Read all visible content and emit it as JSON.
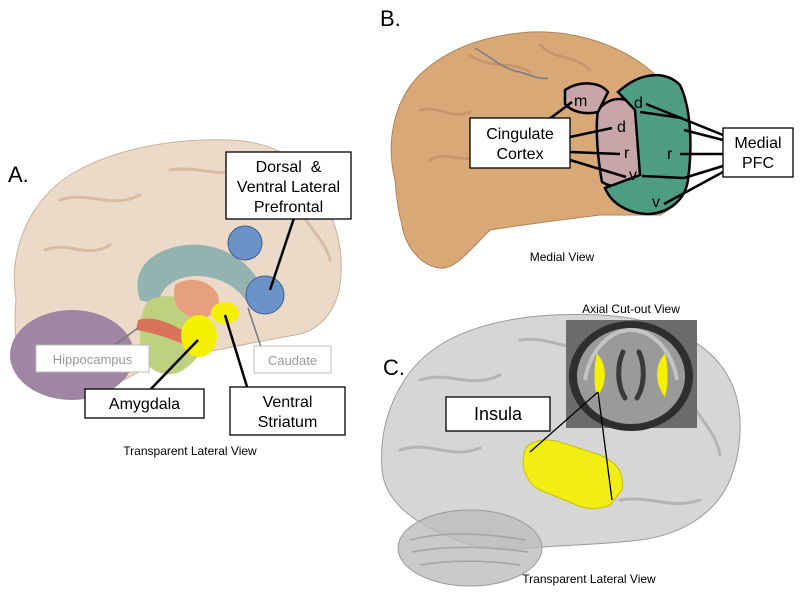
{
  "panels": {
    "a": {
      "letter": "A.",
      "caption": "Transparent Lateral View",
      "labels": {
        "dorsal_ventral_line1": "Dorsal  &",
        "dorsal_ventral_line2": "Ventral Lateral",
        "dorsal_ventral_line3": "Prefrontal",
        "hippocampus": "Hippocampus",
        "caudate": "Caudate",
        "amygdala": "Amygdala",
        "ventral_striatum_line1": "Ventral",
        "ventral_striatum_line2": "Striatum"
      }
    },
    "b": {
      "letter": "B.",
      "caption": "Medial View",
      "labels": {
        "cingulate_line1": "Cingulate",
        "cingulate_line2": "Cortex",
        "medial_pfc_line1": "Medial",
        "medial_pfc_line2": "PFC"
      },
      "region_letters": {
        "cingulate_m": "m",
        "cingulate_d": "d",
        "cingulate_r": "r",
        "cingulate_v": "v",
        "pfc_d": "d",
        "pfc_r": "r",
        "pfc_v": "v"
      }
    },
    "c": {
      "letter": "C.",
      "caption": "Transparent Lateral View",
      "axial_title": "Axial Cut-out View",
      "labels": {
        "insula": "Insula"
      }
    }
  },
  "colors": {
    "cortex_tan": "#d9a877",
    "cortex_transparent": "#e9d4c0",
    "cingulate_pink": "#c7a5a8",
    "pfc_green": "#4e9d83",
    "prefrontal_blue": "#6c93c7",
    "highlight_yellow": "#f5ef00",
    "hippocampus_green": "#bfd17f",
    "cerebellum_purple": "#9f86a3",
    "caudate_teal": "#94b2b0",
    "putamen_orange": "#e6a07d",
    "glass_grey": "#c8c8c8"
  }
}
